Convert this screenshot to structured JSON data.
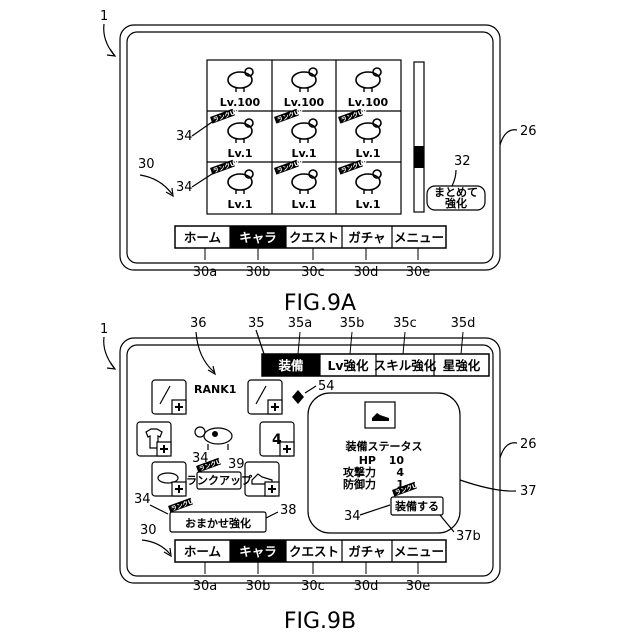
{
  "figA": {
    "caption": "FIG.9A",
    "device_ref": "1",
    "screen_ref": "26",
    "menu_ref": "30",
    "chars_ref_1": "34",
    "chars_ref_2": "34",
    "bulk_ref": "32",
    "bulk_button": [
      "まとめて",
      "強化"
    ],
    "tag_text": "ランクUP",
    "grid": [
      {
        "icon": "bird-icon",
        "level": "Lv.100"
      },
      {
        "icon": "blob-monster-icon",
        "level": "Lv.100"
      },
      {
        "icon": "rooster-icon",
        "level": "Lv.100"
      },
      {
        "icon": "chicken-icon",
        "level": "Lv.1"
      },
      {
        "icon": "cat-icon",
        "level": "Lv.1"
      },
      {
        "icon": "spider-icon",
        "level": "Lv.1"
      },
      {
        "icon": "butterfly-icon",
        "level": "Lv.1"
      },
      {
        "icon": "duck-icon",
        "level": "Lv.1"
      },
      {
        "icon": "cow-icon",
        "level": "Lv.1"
      }
    ],
    "menu": [
      "ホーム",
      "キャラ",
      "クエスト",
      "ガチャ",
      "メニュー"
    ],
    "menu_refs": [
      "30a",
      "30b",
      "30c",
      "30d",
      "30e"
    ]
  },
  "figB": {
    "caption": "FIG.9B",
    "device_ref": "1",
    "screen_ref": "26",
    "menu_ref": "30",
    "tabs": [
      "装備",
      "Lv強化",
      "スキル強化",
      "星強化"
    ],
    "tab_refs": [
      "35a",
      "35b",
      "35c",
      "35d"
    ],
    "tabbar_ref": "35",
    "area_ref": "36",
    "rank": "RANK1",
    "diamond_ref": "54",
    "rankup_label": "ランクアップ",
    "rankup_ref": "39",
    "ref34_a": "34",
    "ref34_b": "34",
    "ref34_c": "34",
    "auto_button": "おまかせ強化",
    "auto_ref": "38",
    "panel_ref": "37",
    "panel_title": "装備ステータス",
    "stats": [
      {
        "label": "HP",
        "value": "10"
      },
      {
        "label": "攻撃力",
        "value": "4"
      },
      {
        "label": "防御力",
        "value": "1"
      }
    ],
    "equip_button": "装備する",
    "equip_ref": "37b",
    "tag_text": "ランクUP",
    "menu": [
      "ホーム",
      "キャラ",
      "クエスト",
      "ガチャ",
      "メニュー"
    ],
    "menu_refs": [
      "30a",
      "30b",
      "30c",
      "30d",
      "30e"
    ]
  }
}
